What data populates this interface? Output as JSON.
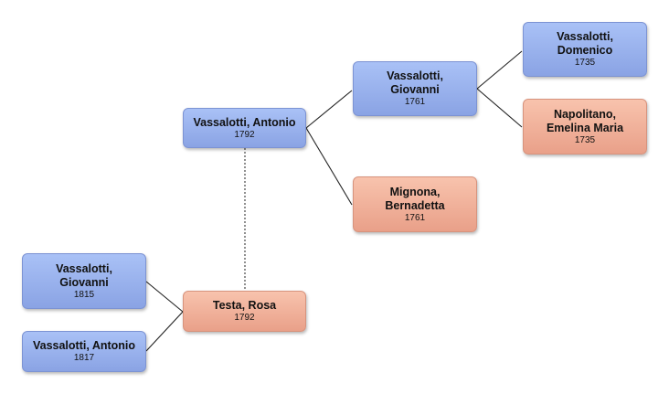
{
  "people": {
    "antonio_1792": {
      "name": "Vassalotti, Antonio",
      "year": "1792",
      "sex": "male"
    },
    "giovanni_1761": {
      "name": "Vassalotti,\nGiovanni",
      "year": "1761",
      "sex": "male"
    },
    "domenico_1735": {
      "name": "Vassalotti,\nDomenico",
      "year": "1735",
      "sex": "male"
    },
    "emelina_1735": {
      "name": "Napolitano,\nEmelina Maria",
      "year": "1735",
      "sex": "female"
    },
    "bernadetta_1761": {
      "name": "Mignona,\nBernadetta",
      "year": "1761",
      "sex": "female"
    },
    "rosa_1792": {
      "name": "Testa, Rosa",
      "year": "1792",
      "sex": "female"
    },
    "giovanni_1815": {
      "name": "Vassalotti,\nGiovanni",
      "year": "1815",
      "sex": "male"
    },
    "antonio_1817": {
      "name": "Vassalotti, Antonio",
      "year": "1817",
      "sex": "male"
    }
  },
  "colors": {
    "male_top": "#a9c1f6",
    "male_bottom": "#8aa3e4",
    "female_top": "#f8c3ad",
    "female_bottom": "#e9a089",
    "connector": "#222222",
    "spouse_link": "#555555"
  },
  "relations": {
    "parents": [
      {
        "child": "antonio_1792",
        "parent": "giovanni_1761"
      },
      {
        "child": "antonio_1792",
        "parent": "bernadetta_1761"
      },
      {
        "child": "giovanni_1761",
        "parent": "domenico_1735"
      },
      {
        "child": "giovanni_1761",
        "parent": "emelina_1735"
      },
      {
        "child": "giovanni_1815",
        "parent": "rosa_1792"
      },
      {
        "child": "antonio_1817",
        "parent": "rosa_1792"
      }
    ],
    "spouses": [
      {
        "a": "antonio_1792",
        "b": "rosa_1792",
        "style": "dotted"
      }
    ]
  }
}
